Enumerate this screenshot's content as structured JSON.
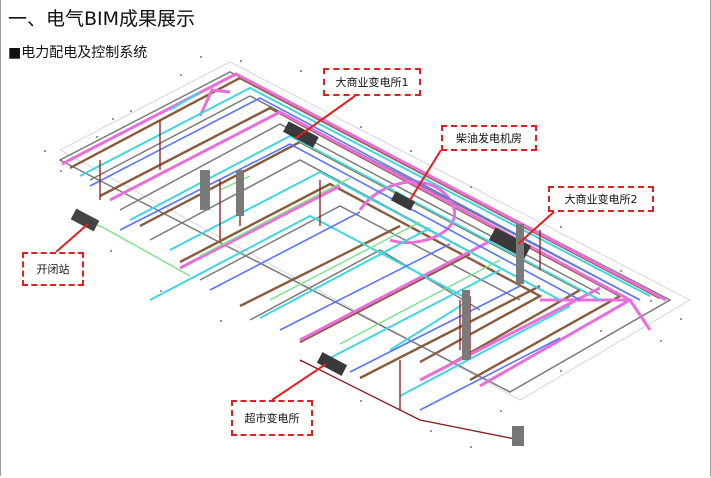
{
  "title": "一、电气BIM成果展示",
  "section": "■电力配电及控制系统",
  "labels": {
    "substation1": "大商业变电所1",
    "diesel": "柴油发电机房",
    "substation2": "大商业变电所2",
    "switching": "开闭站",
    "supermarket": "超市变电所"
  },
  "colors": {
    "callout_border": "#e02020",
    "leader": "#e02020",
    "pipe_pink": "#e86fd9",
    "pipe_cyan": "#3fd6e0",
    "pipe_brown": "#8a5a3c",
    "pipe_blue": "#5a74ff",
    "pipe_green": "#7ee08a",
    "pipe_gray": "#7a7a7a"
  }
}
